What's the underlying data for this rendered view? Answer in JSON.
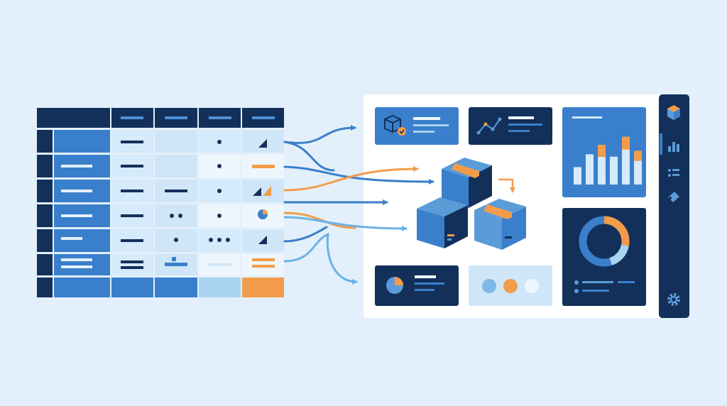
{
  "illustration": {
    "subject": "spreadsheet-to-inventory-dashboard",
    "colors": {
      "background": "#e3f0fb",
      "navy": "#12305a",
      "blue": "#3a7fcb",
      "mid_blue": "#5b9bd8",
      "light_blue": "#a9d3f1",
      "pale_blue": "#cfe6f8",
      "orange": "#f29c4a",
      "white": "#ffffff"
    },
    "sidebar_icons": [
      "box-icon",
      "bar-chart-icon",
      "list-icon",
      "tag-icon",
      "gear-icon"
    ],
    "bar_chart_levels": [
      0.3,
      0.52,
      0.68,
      0.48,
      0.82,
      0.58
    ],
    "donut_segments": [
      {
        "color": "#f29c4a",
        "fraction": 0.28
      },
      {
        "color": "#a9d3f1",
        "fraction": 0.17
      },
      {
        "color": "#3a7fcb",
        "fraction": 0.55
      }
    ],
    "status_dots": [
      "#7fb8e8",
      "#f29c4a",
      "#eef6fd"
    ]
  }
}
